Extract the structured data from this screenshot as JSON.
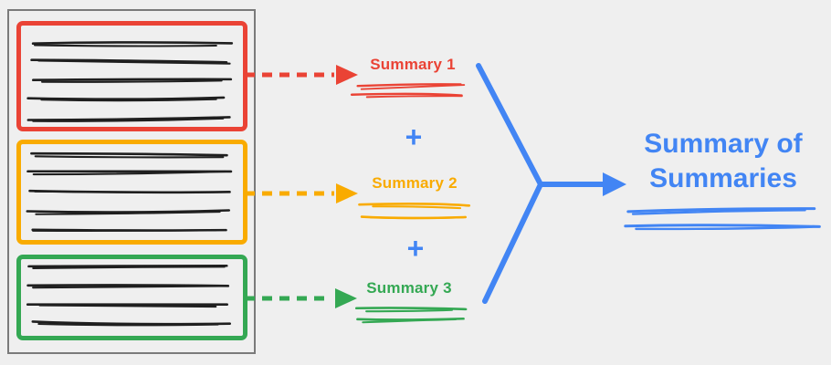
{
  "colors": {
    "red": "#ea4335",
    "orange": "#f9ab00",
    "green": "#34a853",
    "blue": "#4285f4",
    "ink": "#1f1f1f",
    "frame": "#7a7a7a",
    "background": "#efefef"
  },
  "diagram": {
    "source_document": {
      "sections": [
        {
          "id": "section-1",
          "border_color": "#ea4335",
          "text_scribble_lines": 5
        },
        {
          "id": "section-2",
          "border_color": "#f9ab00",
          "text_scribble_lines": 5
        },
        {
          "id": "section-3",
          "border_color": "#34a853",
          "text_scribble_lines": 4
        }
      ]
    },
    "summaries": [
      {
        "label": "Summary 1",
        "color": "#ea4335"
      },
      {
        "label": "Summary 2",
        "color": "#f9ab00"
      },
      {
        "label": "Summary 3",
        "color": "#34a853"
      }
    ],
    "operator": "+",
    "final": {
      "label": "Summary of Summaries",
      "color": "#4285f4"
    }
  }
}
